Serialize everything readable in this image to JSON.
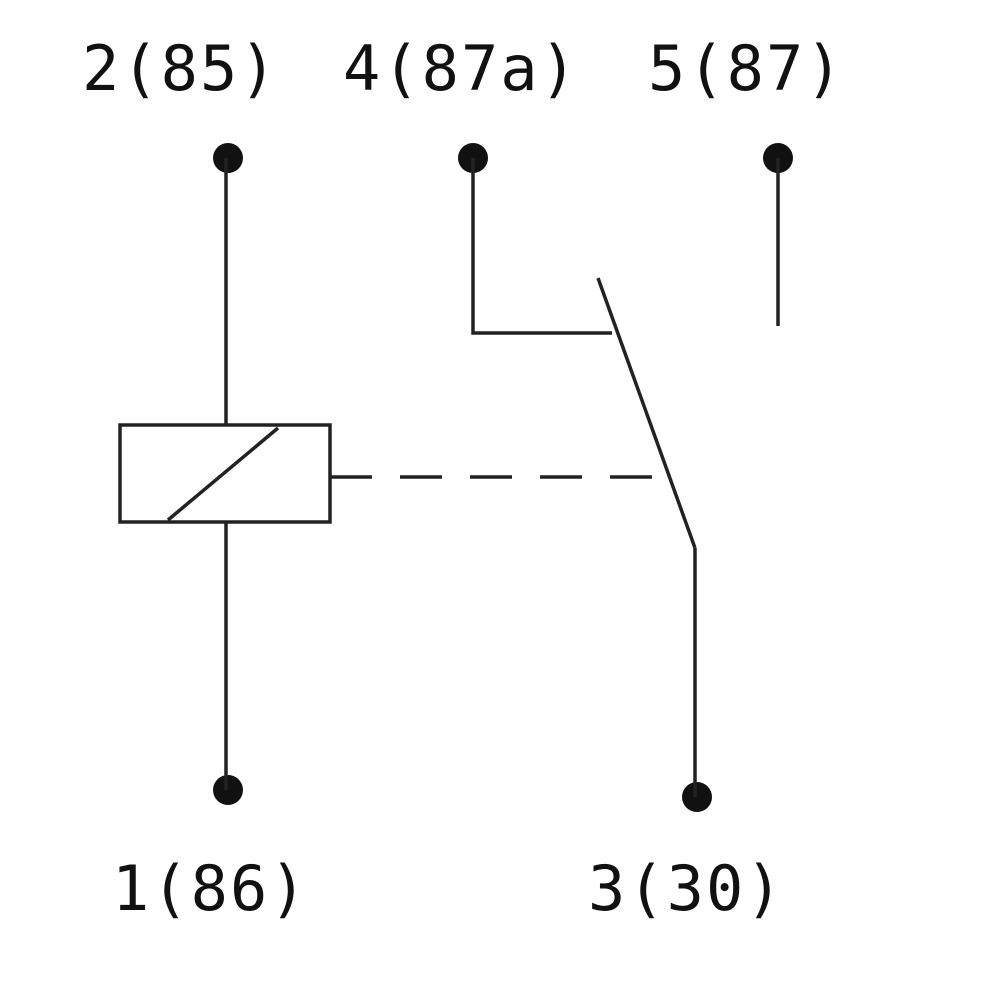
{
  "diagram": {
    "terminals": {
      "pin2": "2(85)",
      "pin4": "4(87a)",
      "pin5": "5(87)",
      "pin1": "1(86)",
      "pin3": "3(30)"
    },
    "colors": {
      "line": "#222222",
      "background": "#ffffff"
    }
  }
}
